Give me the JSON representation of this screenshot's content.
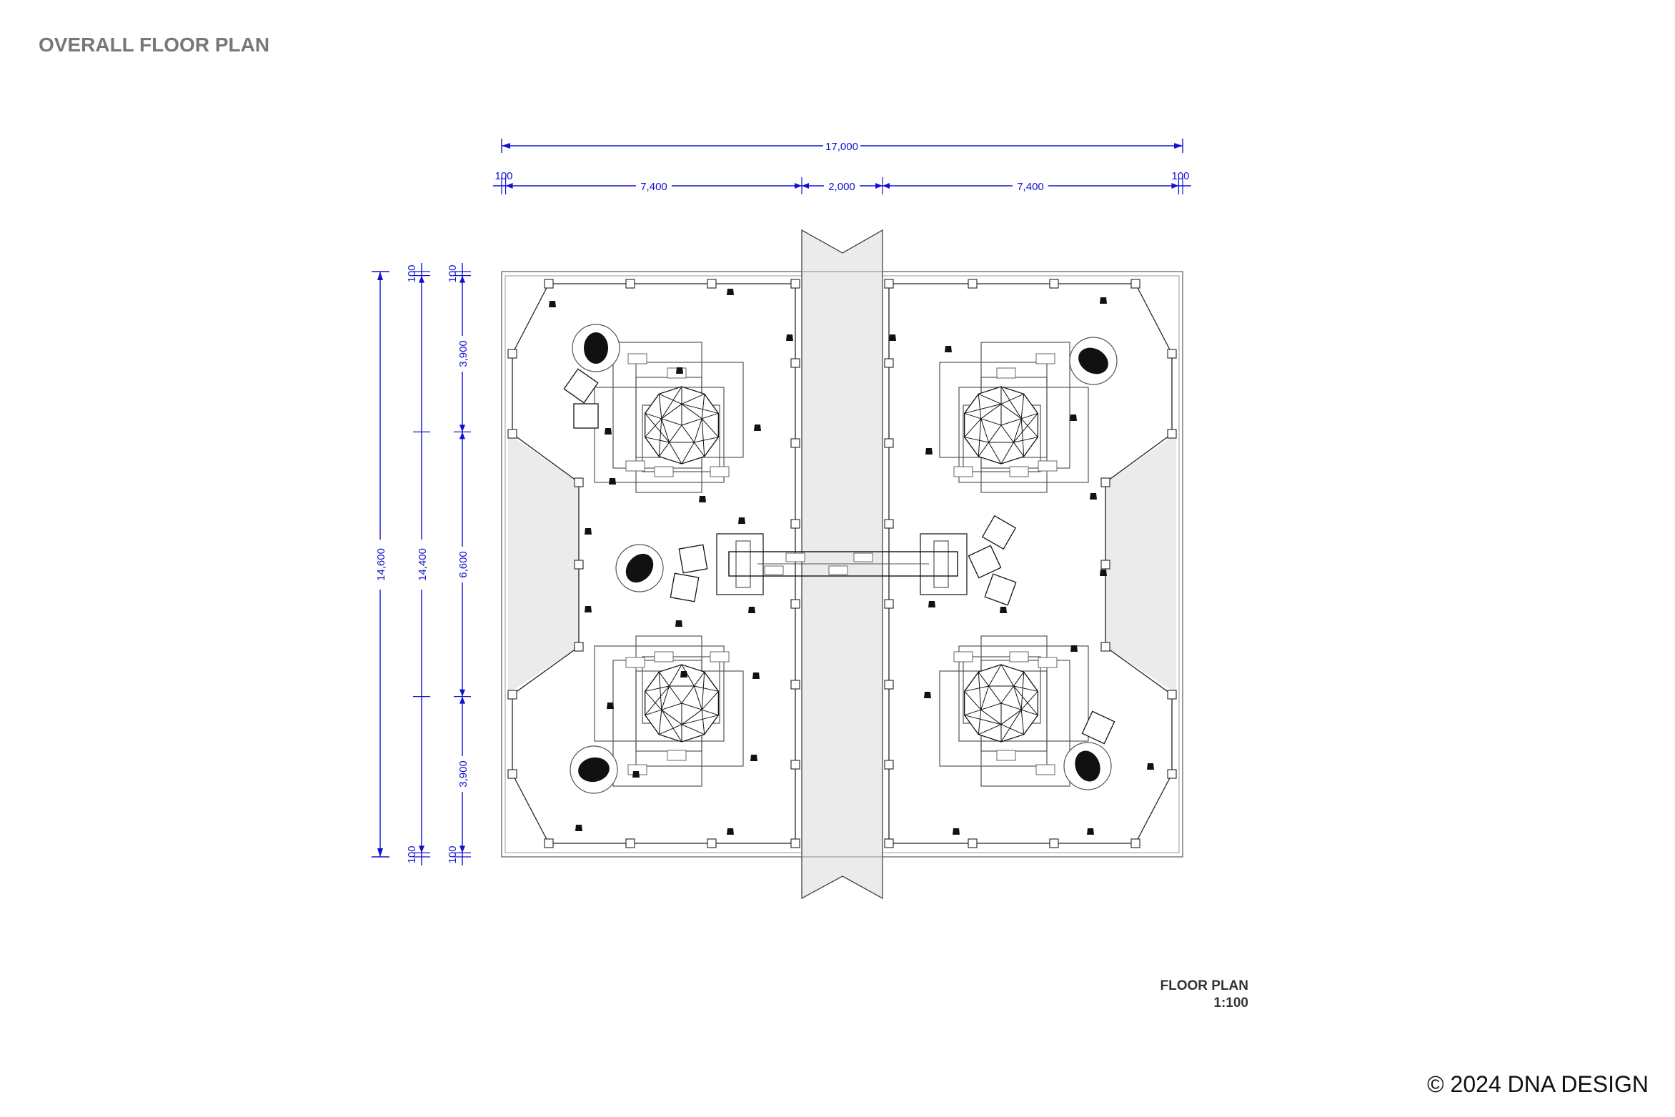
{
  "title": "OVERALL FLOOR PLAN",
  "dimensions": {
    "horizontal": {
      "overall": "17,000",
      "left_margin": "100",
      "left_booth": "7,400",
      "aisle": "2,000",
      "right_booth": "7,400",
      "right_margin": "100"
    },
    "vertical": {
      "overall": "14,600",
      "inner": "14,400",
      "top_margin_a": "100",
      "bottom_margin_a": "100",
      "top_margin_b": "100",
      "top_section": "3,900",
      "middle_section": "6,600",
      "bottom_section": "3,900",
      "bottom_margin_b": "100"
    }
  },
  "caption": {
    "label": "FLOOR PLAN",
    "scale": "1:100"
  },
  "copyright": "© 2024 DNA DESIGN",
  "colors": {
    "dimension": "#1010d0",
    "title": "#777777",
    "aisle_fill": "#ebebeb"
  }
}
